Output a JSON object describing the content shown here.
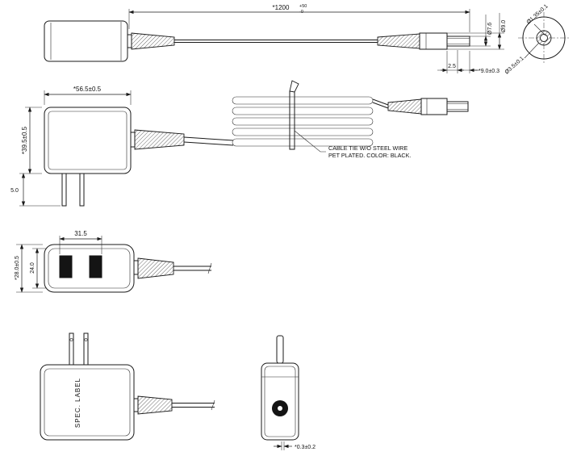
{
  "views": {
    "cable_assembly": {
      "dim_length": "*1200",
      "dim_length_tol_upper": "+50",
      "dim_length_tol_lower": "-0",
      "dim_tip_diameter": "Ø7.6",
      "dim_plug_diameter": "Ø9.0",
      "dim_tip_offset": "2.5",
      "dim_plug_length": "*9.0±0.3",
      "detail": {
        "dim_inner_hole": "Ø1.35±0.1",
        "dim_outer_ring": "Ø3.5±0.1"
      }
    },
    "front": {
      "dim_width": "*56.5±0.5",
      "dim_height": "*39.5±0.5",
      "dim_pin_length": "5.0",
      "note_line1": "CABLE TIE W/O STEEL WIRE",
      "note_line2": "PET PLATED. COLOR: BLACK."
    },
    "top": {
      "dim_blade_span": "31.5",
      "dim_inner_height": "24.0",
      "dim_outer_height": "*28.0±0.5"
    },
    "bottom": {
      "label": "SPEC. LABEL"
    },
    "plug_face": {
      "dim_tip": "*0.3±0.2"
    }
  }
}
